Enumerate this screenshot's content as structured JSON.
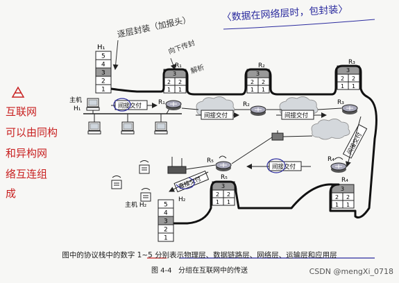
{
  "annotations": {
    "top_right": "〈数据在网络层时，包封装〉",
    "top_left": "逐层封装（加报头）",
    "stack_note": "向下传封",
    "unwrap_note": "解析",
    "left_notes": [
      "互联网",
      "可以由同构",
      "和异构网",
      "络互连组",
      "成"
    ]
  },
  "labels": {
    "host_h1_stack": "H₁",
    "host_h1_line1": "主机",
    "host_h1_line2": "H₁",
    "host_h2": "主机 H₂",
    "host_h2_stack": "H₂",
    "r1": "R₁",
    "r2": "R₂",
    "r3": "R₃",
    "r4": "R₄",
    "r5": "R₅",
    "r1_stack": "R₁",
    "r2_stack": "R₂",
    "r3_stack": "R₃",
    "r4_stack": "R₄",
    "r5_stack": "R₅",
    "indirect": "间接交付",
    "direct": "直接交付"
  },
  "stacks": {
    "five": [
      "5",
      "4",
      "3",
      "2",
      "1"
    ],
    "router_top": "3",
    "router_mid": [
      "2",
      "2"
    ],
    "router_bot": [
      "1",
      "1"
    ]
  },
  "caption": {
    "line1_pre": "图中的协议栈中的数字 1~5 分别表示",
    "line1_items": "物理层、数据链路层、网络层、运输层和应用层",
    "figure_no": "图 4-4",
    "figure_title": "分组在互联网中的传送"
  },
  "watermark": "CSDN @mengXi_0718"
}
